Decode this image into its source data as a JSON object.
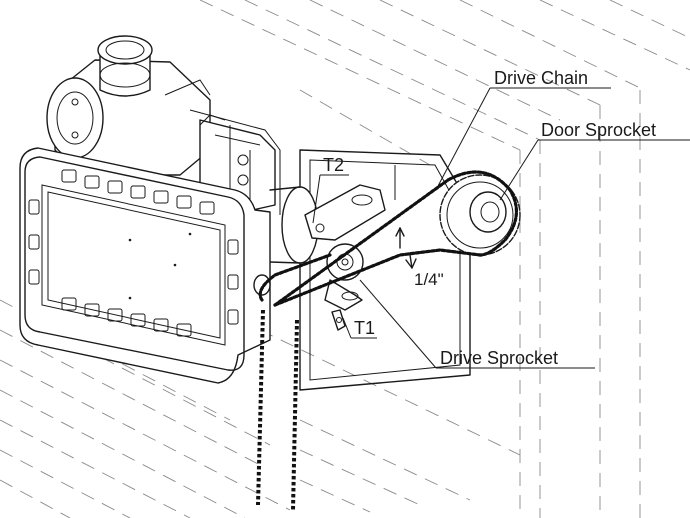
{
  "labels": {
    "drive_chain": "Drive Chain",
    "door_sprocket": "Door Sprocket",
    "t2": "T2",
    "t1": "T1",
    "gap": "1/4\"",
    "drive_sprocket": "Drive Sprocket"
  }
}
